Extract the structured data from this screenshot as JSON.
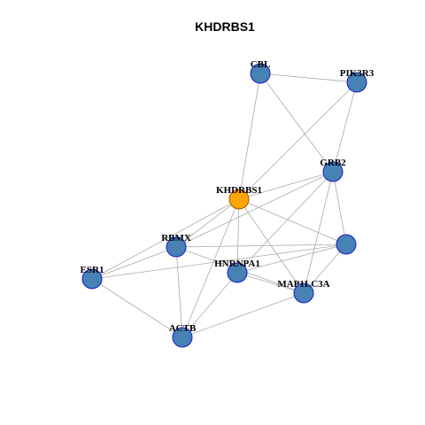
{
  "title": "KHDRBS1",
  "colors": {
    "background": "#ffffff",
    "edge": "#aaaaaa",
    "node_fill": "#4682b4",
    "node_stroke": "#1a1acc",
    "focus_fill": "#ffa500",
    "focus_stroke": "#9c5a00",
    "label": "#000000",
    "title": "#000000"
  },
  "nodes": [
    {
      "id": "CBL",
      "label": "CBL",
      "focus": false
    },
    {
      "id": "PIK3R3",
      "label": "PIK3R3",
      "focus": false
    },
    {
      "id": "GRB2",
      "label": "GRB2",
      "focus": false
    },
    {
      "id": "KHDRBS1",
      "label": "KHDRBS1",
      "focus": true
    },
    {
      "id": "RBMX",
      "label": "RBMX",
      "focus": false
    },
    {
      "id": "UNLABELED",
      "label": "",
      "focus": false
    },
    {
      "id": "HNRNPA1",
      "label": "HNRNPA1",
      "focus": false
    },
    {
      "id": "ESR1",
      "label": "ESR1",
      "focus": false
    },
    {
      "id": "MAP1LC3A",
      "label": "MAP1LC3A",
      "focus": false
    },
    {
      "id": "ACTB",
      "label": "ACTB",
      "focus": false
    }
  ],
  "edges": [
    [
      "CBL",
      "PIK3R3"
    ],
    [
      "CBL",
      "GRB2"
    ],
    [
      "CBL",
      "KHDRBS1"
    ],
    [
      "PIK3R3",
      "KHDRBS1"
    ],
    [
      "PIK3R3",
      "GRB2"
    ],
    [
      "GRB2",
      "KHDRBS1"
    ],
    [
      "GRB2",
      "RBMX"
    ],
    [
      "GRB2",
      "HNRNPA1"
    ],
    [
      "GRB2",
      "MAP1LC3A"
    ],
    [
      "GRB2",
      "UNLABELED"
    ],
    [
      "KHDRBS1",
      "RBMX"
    ],
    [
      "KHDRBS1",
      "ESR1"
    ],
    [
      "KHDRBS1",
      "HNRNPA1"
    ],
    [
      "KHDRBS1",
      "UNLABELED"
    ],
    [
      "KHDRBS1",
      "ACTB"
    ],
    [
      "KHDRBS1",
      "MAP1LC3A"
    ],
    [
      "RBMX",
      "ESR1"
    ],
    [
      "RBMX",
      "UNLABELED"
    ],
    [
      "RBMX",
      "MAP1LC3A"
    ],
    [
      "RBMX",
      "ACTB"
    ],
    [
      "ESR1",
      "UNLABELED"
    ],
    [
      "ESR1",
      "ACTB"
    ],
    [
      "HNRNPA1",
      "UNLABELED"
    ],
    [
      "HNRNPA1",
      "MAP1LC3A"
    ],
    [
      "HNRNPA1",
      "ACTB"
    ],
    [
      "UNLABELED",
      "MAP1LC3A"
    ],
    [
      "MAP1LC3A",
      "ACTB"
    ]
  ]
}
